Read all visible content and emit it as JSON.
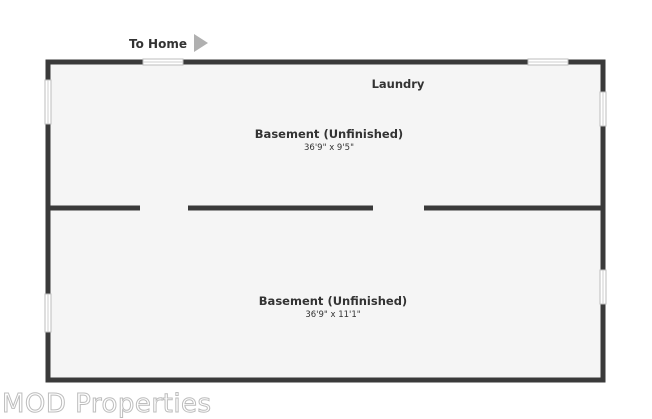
{
  "plan": {
    "nav_label": "To Home",
    "rooms": [
      {
        "name": "Basement (Unfinished)",
        "dimensions": "36'9\" x 9'5\""
      },
      {
        "name": "Basement (Unfinished)",
        "dimensions": "36'9\" x 11'1\""
      }
    ],
    "laundry_label": "Laundry"
  },
  "watermark": {
    "brand": "MOD Properties"
  },
  "colors": {
    "wall": "#3a3a3a",
    "floor": "#f5f5f5",
    "arrow": "#b0b0b0",
    "window": "#cfcfcf"
  }
}
